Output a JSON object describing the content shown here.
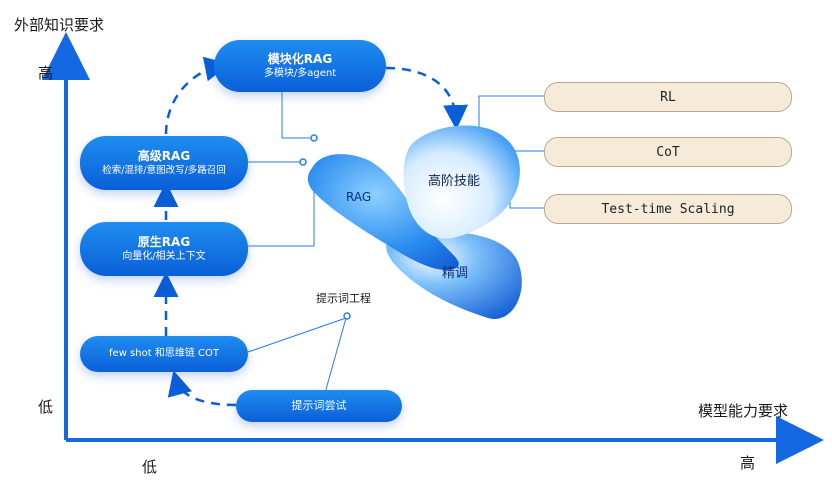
{
  "axes": {
    "y_title": "外部知识要求",
    "x_title": "模型能力要求",
    "y_high": "高",
    "y_low": "低",
    "x_low": "低",
    "x_high": "高"
  },
  "stages": {
    "modular_rag": {
      "title": "模块化RAG",
      "subtitle": "多模块/多agent"
    },
    "advanced_rag": {
      "title": "高级RAG",
      "subtitle": "检索/混排/意图改写/多路召回"
    },
    "naive_rag": {
      "title": "原生RAG",
      "subtitle": "向量化/相关上下文"
    },
    "few_shot": {
      "title": "few shot 和思维链 COT"
    },
    "prompt_try": {
      "title": "提示词尝试"
    }
  },
  "labels": {
    "prompt_engineering": "提示词工程",
    "rag": "RAG",
    "finetune": "精调",
    "advanced_skills": "高阶技能"
  },
  "skills": [
    "RL",
    "CoT",
    "Test-time Scaling"
  ],
  "colors": {
    "primary_blue": "#0a5fd8",
    "light_blue": "#1f8df0",
    "skill_fill": "#f6ead9",
    "skill_border": "#b8a88f"
  }
}
